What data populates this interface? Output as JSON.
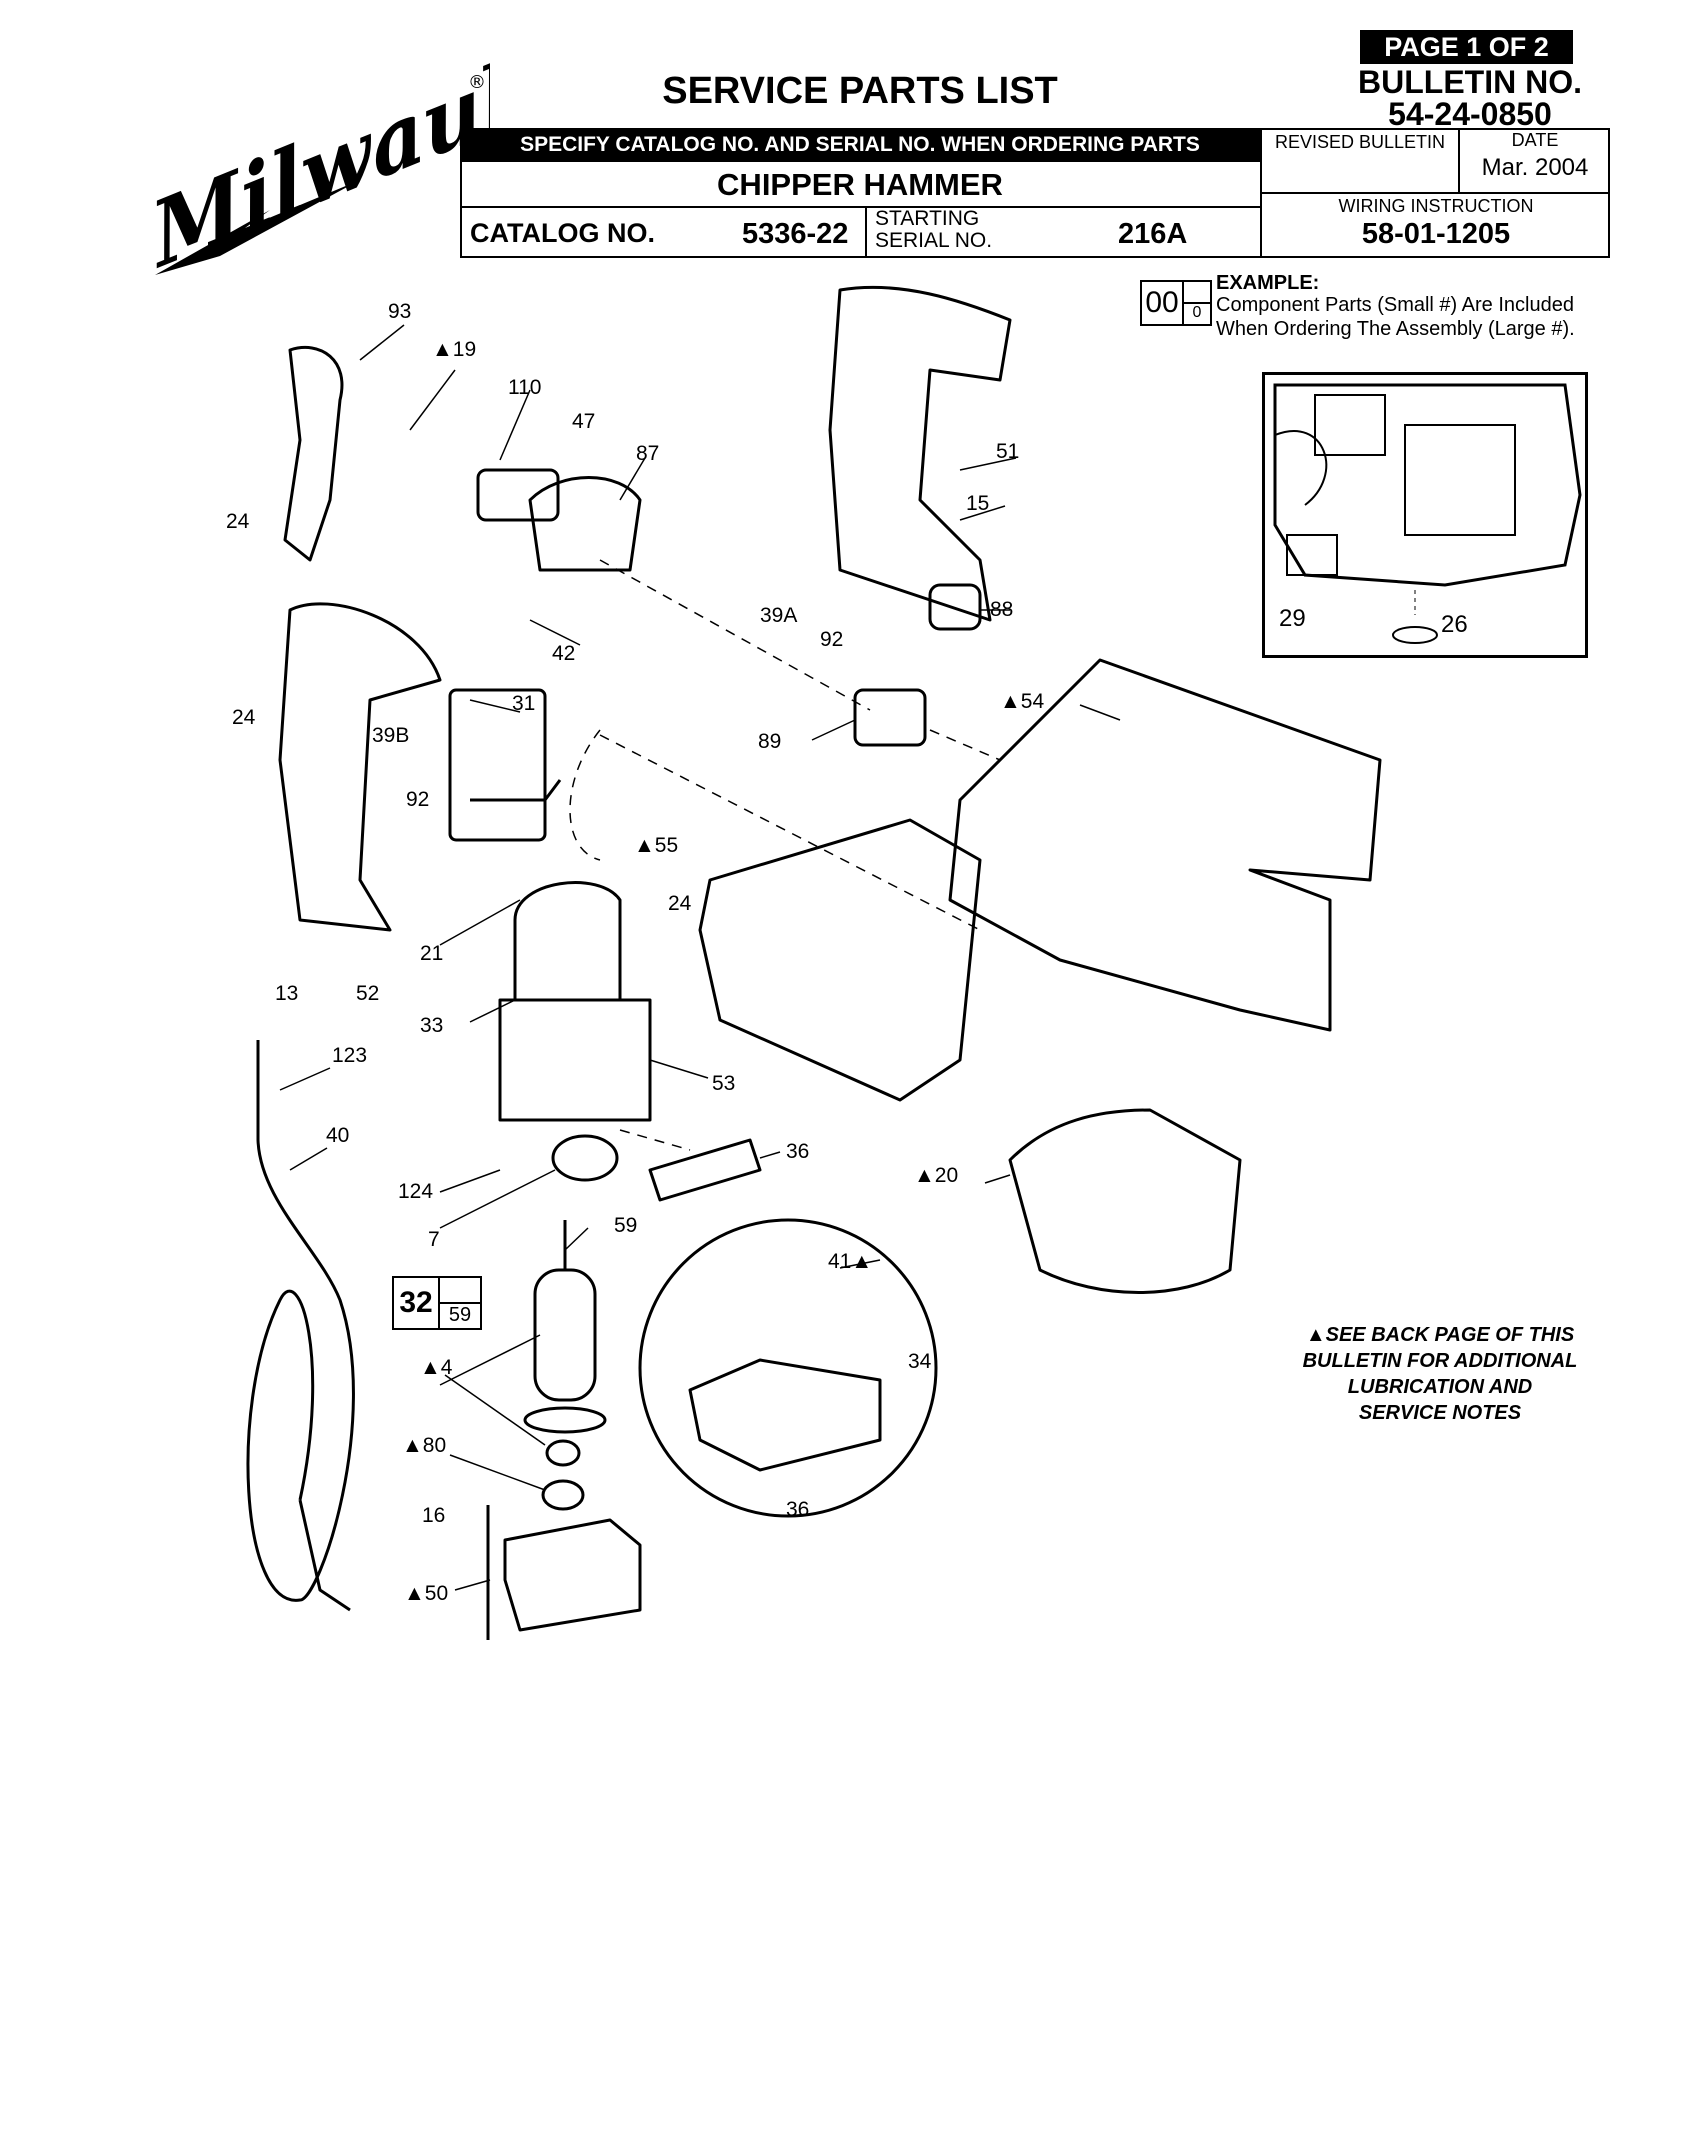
{
  "header": {
    "page_badge": "PAGE 1 OF 2",
    "bulletin_label": "BULLETIN NO.",
    "bulletin_no": "54-24-0850",
    "doc_title": "SERVICE PARTS LIST",
    "specify_bar": "SPECIFY CATALOG NO. AND SERIAL NO. WHEN ORDERING PARTS",
    "tool_name": "CHIPPER HAMMER",
    "catalog_label": "CATALOG NO.",
    "catalog_no": "5336-22",
    "starting_label_1": "STARTING",
    "starting_label_2": "SERIAL NO.",
    "serial_no": "216A",
    "revised_label": "REVISED BULLETIN",
    "date_label": "DATE",
    "date_value": "Mar. 2004",
    "wiring_label": "WIRING INSTRUCTION",
    "wiring_value": "58-01-1205"
  },
  "logo": {
    "text": "Milwaukee",
    "registered": "®"
  },
  "example": {
    "big": "00",
    "small": "0",
    "title": "EXAMPLE:",
    "line1": "Component Parts (Small #) Are Included",
    "line2": "When Ordering The Assembly (Large #)."
  },
  "assembly_box": {
    "big": "32",
    "small": "59"
  },
  "note": {
    "line1": "▲SEE BACK PAGE OF THIS",
    "line2": "BULLETIN FOR ADDITIONAL",
    "line3": "LUBRICATION AND",
    "line4": "SERVICE NOTES"
  },
  "callouts": [
    "93",
    "▲19",
    "110",
    "47",
    "87",
    "24",
    "42",
    "31",
    "24",
    "39B",
    "92",
    "13",
    "52",
    "21",
    "33",
    "53",
    "123",
    "40",
    "124",
    "7",
    "59",
    "▲4",
    "▲80",
    "16",
    "▲50",
    "36",
    "▲20",
    "41▲",
    "34",
    "36",
    "▲55",
    "24",
    "89",
    "▲54",
    "51",
    "15",
    "39A",
    "92",
    "88",
    "29",
    "26"
  ]
}
